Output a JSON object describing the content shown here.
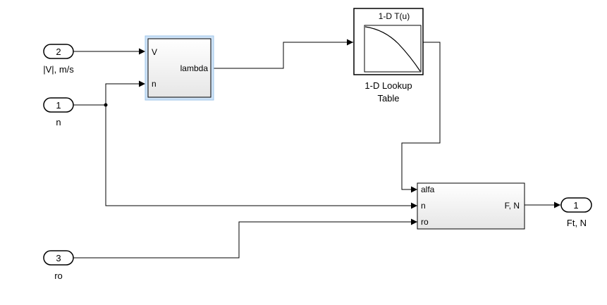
{
  "inports": [
    {
      "number": "2",
      "label": "|V|, m/s"
    },
    {
      "number": "1",
      "label": "n"
    },
    {
      "number": "3",
      "label": "ro"
    }
  ],
  "outport": {
    "number": "1",
    "label": "Ft, N"
  },
  "lambda_block": {
    "ports_in": [
      "V",
      "n"
    ],
    "port_out": "lambda"
  },
  "lookup_block": {
    "title": "1-D T(u)",
    "caption_line1": "1-D Lookup",
    "caption_line2": "Table"
  },
  "force_block": {
    "ports_in": [
      "alfa",
      "n",
      "ro"
    ],
    "port_out": "F, N"
  }
}
